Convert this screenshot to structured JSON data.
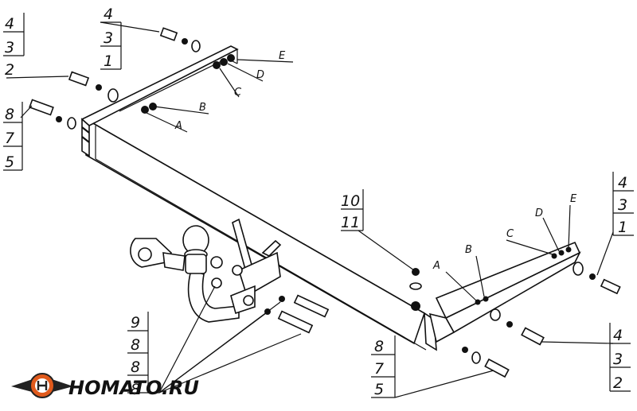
{
  "stacks": {
    "top_left": [
      "4",
      "3",
      "1"
    ],
    "left_mid": [
      "2"
    ],
    "left_low": [
      "8",
      "7",
      "5"
    ],
    "right_top": [
      "4",
      "3",
      "1"
    ],
    "right_low": [
      "4",
      "3",
      "2"
    ],
    "bottom_left": [
      "9",
      "8",
      "8",
      "8"
    ],
    "bottom_mid": [
      "8",
      "7",
      "5"
    ],
    "center": [
      "10",
      "11"
    ]
  },
  "letters": {
    "A": "A",
    "B": "B",
    "C": "C",
    "D": "D",
    "E": "E"
  },
  "brand": {
    "name": "HOMATO.RU",
    "logo_colors": {
      "ring": "#e05a1c",
      "wing": "#222222",
      "letter": "#ffffff"
    }
  }
}
